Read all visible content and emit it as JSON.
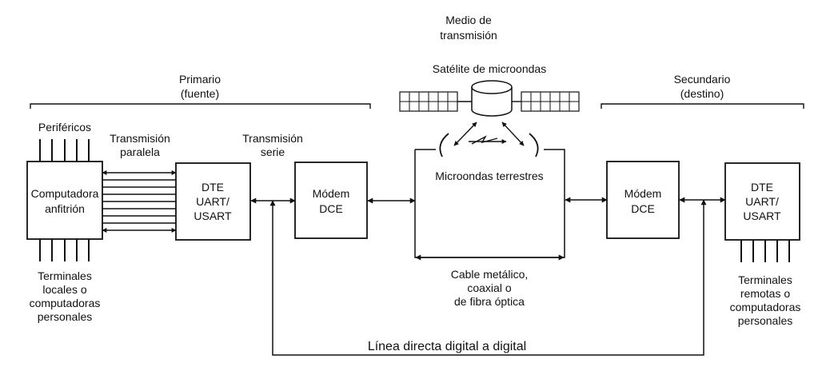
{
  "labels": {
    "medio": [
      "Medio de",
      "transmisión"
    ],
    "satelite": "Satélite de microondas",
    "primario": [
      "Primario",
      "(fuente)"
    ],
    "secundario": [
      "Secundario",
      "(destino)"
    ],
    "perifericos": "Periféricos",
    "tx_paralela": [
      "Transmisión",
      "paralela"
    ],
    "tx_serie": [
      "Transmisión",
      "serie"
    ],
    "computadora": [
      "Computadora",
      "anfitrión"
    ],
    "dte_left": [
      "DTE",
      "UART/",
      "USART"
    ],
    "modem_left": [
      "Módem",
      "DCE"
    ],
    "microondas_terrestres": "Microondas terrestres",
    "modem_right": [
      "Módem",
      "DCE"
    ],
    "dte_right": [
      "DTE",
      "UART/",
      "USART"
    ],
    "terminales_locales": [
      "Terminales",
      "locales o",
      "computadoras",
      "personales"
    ],
    "cable": [
      "Cable metálico,",
      "coaxial o",
      "de fibra óptica"
    ],
    "terminales_remotas": [
      "Terminales",
      "remotas o",
      "computadoras",
      "personales"
    ],
    "linea_directa": "Línea directa digital a digital"
  }
}
